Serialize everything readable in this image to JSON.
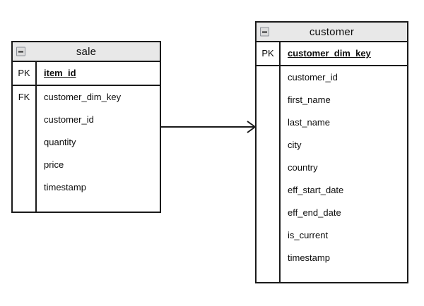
{
  "diagram": {
    "type": "entity-relationship-diagram",
    "notation": "crows-foot",
    "background_color": "#ffffff",
    "line_color": "#1a1a1a",
    "header_fill": "#e8e8e8"
  },
  "entities": [
    {
      "name": "sale",
      "collapse_icon": "minus-box-icon",
      "sections": [
        {
          "key_label": "PK",
          "attributes": [
            {
              "name": "item_id",
              "is_key": true
            }
          ]
        },
        {
          "key_label": "FK",
          "attributes": [
            {
              "name": "customer_dim_key",
              "is_key": false
            },
            {
              "name": "customer_id",
              "is_key": false
            },
            {
              "name": "quantity",
              "is_key": false
            },
            {
              "name": "price",
              "is_key": false
            },
            {
              "name": "timestamp",
              "is_key": false
            }
          ]
        }
      ]
    },
    {
      "name": "customer",
      "collapse_icon": "minus-box-icon",
      "sections": [
        {
          "key_label": "PK",
          "attributes": [
            {
              "name": "customer_dim_key",
              "is_key": true
            }
          ]
        },
        {
          "key_label": "",
          "attributes": [
            {
              "name": "customer_id",
              "is_key": false
            },
            {
              "name": "first_name",
              "is_key": false
            },
            {
              "name": "last_name",
              "is_key": false
            },
            {
              "name": "city",
              "is_key": false
            },
            {
              "name": "country",
              "is_key": false
            },
            {
              "name": "eff_start_date",
              "is_key": false
            },
            {
              "name": "eff_end_date",
              "is_key": false
            },
            {
              "name": "is_current",
              "is_key": false
            },
            {
              "name": "timestamp",
              "is_key": false
            }
          ]
        }
      ]
    }
  ],
  "relationship": {
    "from_entity": "sale",
    "to_entity": "customer",
    "from_cardinality": "one",
    "to_cardinality": "many"
  }
}
